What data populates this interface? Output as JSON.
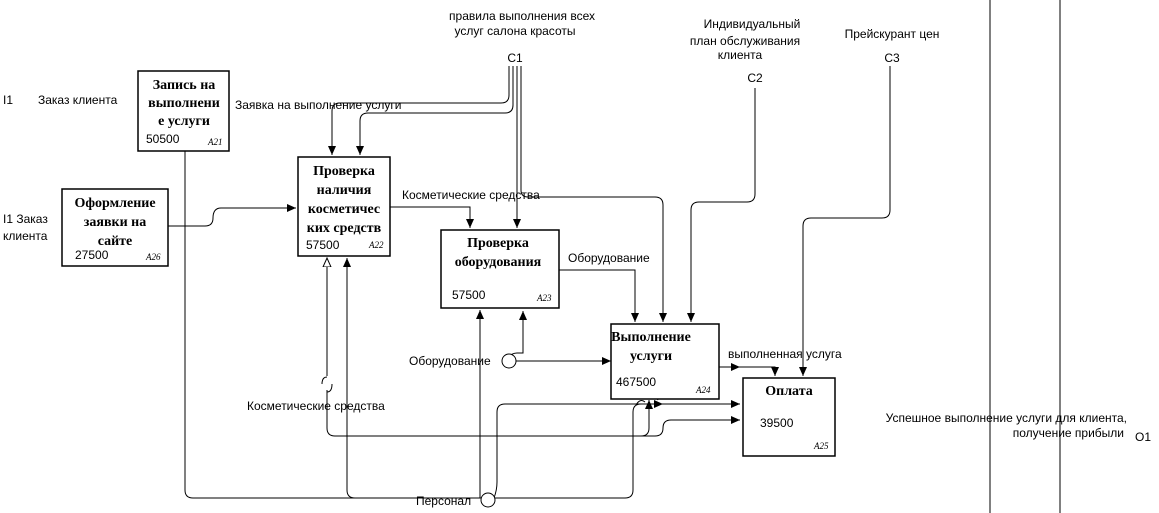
{
  "controls": {
    "c1": {
      "text_1": "правила выполнения всех",
      "text_2": "услуг салона красоты",
      "code": "C1"
    },
    "c2": {
      "text_1": "Индивидуальный",
      "text_2": "план обслуживания",
      "text_3": "клиента",
      "code": "C2"
    },
    "c3": {
      "text": "Прейскурант цен",
      "code": "C3"
    }
  },
  "inputs": {
    "i1_top": {
      "code": "I1",
      "text": "Заказ клиента"
    },
    "i1_side": {
      "line_1": "I1 Заказ",
      "line_2": "клиента"
    }
  },
  "output": {
    "line_1": "Успешное выполнение услуги для клиента,",
    "line_2": "получение прибыли",
    "code": "O1"
  },
  "arrows": {
    "zayavka": "Заявка на выполнение услуги",
    "kosm_top": "Косметические средства",
    "oborud_top": "Оборудование",
    "vypolnennaya": "выполненная услуга",
    "oborud_mech": "Оборудование",
    "kosm_mech": "Косметические средства",
    "personal": "Персонал"
  },
  "boxes": {
    "a21": {
      "l1": "Запись на",
      "l2": "выполнени",
      "l3": "е услуги",
      "num": "50500",
      "id": "A21"
    },
    "a26": {
      "l1": "Оформление",
      "l2": "заявки на",
      "l3": "сайте",
      "num": "27500",
      "id": "A26"
    },
    "a22": {
      "l1": "Проверка",
      "l2": "наличия",
      "l3": "косметичес",
      "l4": "ких средств",
      "num": "57500",
      "id": "A22"
    },
    "a23": {
      "l1": "Проверка",
      "l2": "оборудования",
      "num": "57500",
      "id": "A23"
    },
    "a24": {
      "l1": "Выполнение",
      "l2": "услуги",
      "num": "467500",
      "id": "A24"
    },
    "a25": {
      "l1": "Оплата",
      "num": "39500",
      "id": "A25"
    }
  }
}
